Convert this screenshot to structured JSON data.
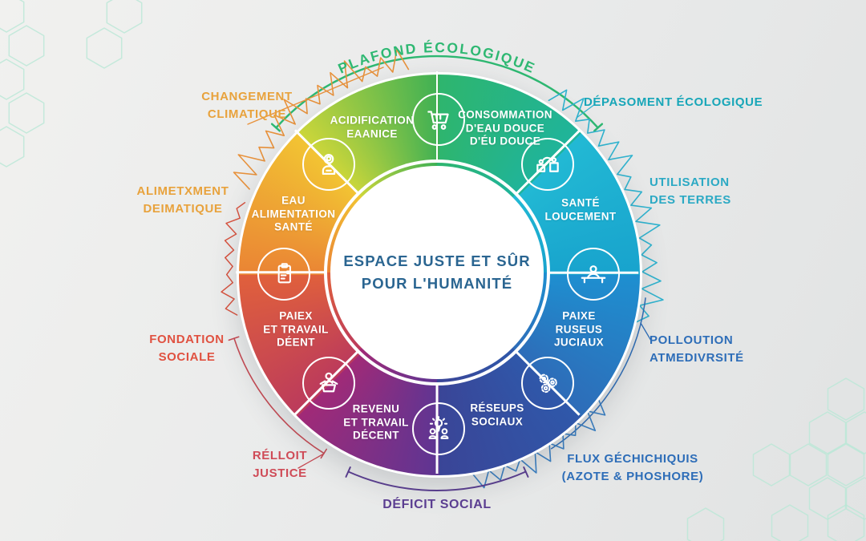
{
  "center": {
    "lines": [
      "ESPACE JUSTE ET SÛR",
      "POUR L'HUMANITÉ"
    ],
    "color": "#2a6591"
  },
  "ring": {
    "segments": [
      {
        "name": "consommation-eau-douce",
        "lines": [
          "CONSOMMATION",
          "D'EAU DOUCE",
          "D'ÉU DOUCE"
        ],
        "color_start": "#2eb56e",
        "color_end": "#1fb49b"
      },
      {
        "name": "sante-loucement",
        "lines": [
          "SANTÉ",
          "LOUCEMENT"
        ],
        "color_start": "#22b9d4",
        "color_end": "#18a3cd"
      },
      {
        "name": "paixe-ruseus-juciaux",
        "lines": [
          "PAIXE",
          "RUSEUS",
          "JUCIAUX"
        ],
        "color_start": "#1e8fd0",
        "color_end": "#2e6cb8"
      },
      {
        "name": "reseups-sociaux",
        "lines": [
          "RÉSEUPS",
          "SOCIAUX"
        ],
        "color_start": "#2f58aa",
        "color_end": "#3a4597"
      },
      {
        "name": "revenu-et-travail-decent",
        "lines": [
          "REVENU",
          "ET TRAVAIL",
          "DÉCENT"
        ],
        "color_start": "#5e3593",
        "color_end": "#a12a77"
      },
      {
        "name": "paiex-et-travail-deent",
        "lines": [
          "PAIEX",
          "ET TRAVAIL",
          "DÉENT"
        ],
        "color_start": "#bb3a5c",
        "color_end": "#e0603c"
      },
      {
        "name": "eau-alimentation-sante",
        "lines": [
          "EAU",
          "ALIMENTATION",
          "SANTÉ"
        ],
        "color_start": "#ea8434",
        "color_end": "#f2c433"
      },
      {
        "name": "acidification-eaanice",
        "lines": [
          "ACIDIFICATION",
          "EAANICE"
        ],
        "color_start": "#ccd63a",
        "color_end": "#3eb054"
      }
    ],
    "icons": [
      "cart-icon",
      "machines-icon",
      "bridge-icon",
      "gears-icon",
      "team-idea-icon",
      "podium-speaker-icon",
      "clipboard-icon",
      "person-camera-icon"
    ]
  },
  "outer_labels": {
    "top": {
      "text": "PLAFOND ÉCOLOGIQUE",
      "color": "#2eb872"
    },
    "top_left": {
      "lines": [
        "CHANGEMENT",
        "CLIMATIQUE"
      ],
      "color": "#e8a23c"
    },
    "top_right": {
      "text": "DÉPASOMENT ÉCOLOGIQUE",
      "color": "#17a6b8"
    },
    "left_upper": {
      "lines": [
        "ALIMETXMENT",
        "DEIMATIQUE"
      ],
      "color": "#e8a23c"
    },
    "right_upper": {
      "lines": [
        "UTILISATION",
        "DES TERRES"
      ],
      "color": "#2ba9c4"
    },
    "left_lower": {
      "lines": [
        "FONDATION",
        "SOCIALE"
      ],
      "color": "#e05140"
    },
    "right_lower": {
      "lines": [
        "POLLOUTION",
        "ATMEDIVRSITÉ"
      ],
      "color": "#2d6db8"
    },
    "bottom_left": {
      "lines": [
        "RÉLLOIT",
        "JUSTICE"
      ],
      "color": "#cf4b57"
    },
    "bottom_right": {
      "lines": [
        "FLUX GÉCHICHIQUIS",
        "(AZOTE & PHOSHORE)"
      ],
      "color": "#2d6db8"
    },
    "bottom": {
      "text": "DÉFICIT SOCIAL",
      "color": "#5b3e91"
    }
  },
  "deco": {
    "arc_top_color": "#2eb872",
    "zigzag_topleft_color": "#e8923c",
    "zigzag_right_color": "#2fb3cf",
    "arc_right_color": "#2d6db8",
    "zigzag_bottomright_color": "#3a7fc2",
    "arc_bottom_color": "#5b3e91",
    "arc_bottomleft_color": "#c74a53",
    "zigzag_left_color": "#d9533f",
    "hexagon_color": "#b9e7d6"
  }
}
